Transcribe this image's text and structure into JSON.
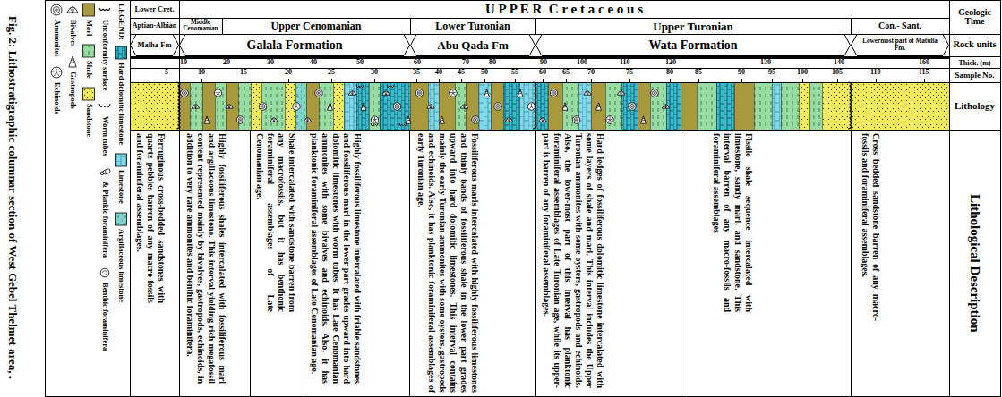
{
  "diagram": {
    "caption": "Fig. 2: Lithostratigraphic columnar section of West Gebel Thelmet area, .",
    "nodes": [
      {
        "text": [
          "Lower Cret."
        ]
      },
      {
        "text": [
          "U P P E R  C r e t a c e o u s"
        ]
      },
      {
        "text": [
          "Geologic Time"
        ]
      },
      {
        "text": [
          "Aptian-Albian"
        ]
      },
      {
        "text": [
          "Middle Cenomanian"
        ]
      },
      {
        "text": [
          "Upper Cenomanian"
        ]
      },
      {
        "text": [
          "Lower Turonian"
        ]
      },
      {
        "text": [
          "Upper Turonian"
        ]
      },
      {
        "text": [
          "Con.- Sant."
        ]
      },
      {
        "text": [
          "Malha Fm"
        ]
      },
      {
        "text": [
          "Galala Formation"
        ]
      },
      {
        "text": [
          "Abu Qada Fm"
        ]
      },
      {
        "text": [
          "Wata Formation"
        ]
      },
      {
        "text": [
          "Lowermost part of Matulla Fm."
        ]
      },
      {
        "text": [
          "Rock units"
        ]
      },
      {
        "text": [
          "Thick. (m)"
        ]
      },
      {
        "text": [
          "Sample No."
        ]
      },
      {
        "text": [
          "Lithology"
        ]
      },
      {
        "text": [
          "Ferruginous cross-bedded sandstones with quartz pebbles barren of any macro-fossils and foraminiferal assemblages."
        ]
      },
      {
        "text": [
          "Highly fossiliferous shales intercalated with fossiliferous marl and argillaceous limestone. This interval yielding rich megafossil content represented mainly by bivalves, gastropods, echinoids, in addition to very rare ammonites and benthic foraminifera."
        ]
      },
      {
        "text": [
          "Shale intercalated with sandstone barren from any macrofossils, but it has benthonic foraminiferal assemblages of Late Cenomanian age."
        ]
      },
      {
        "text": [
          "Highly fossiliferous limestone intercalated with friable sandstones and fossiliferous marl in the lower part grades upward into hard dolomitic limestones with worm tubes. It has Late Cenomanian ammonites with some bivalves and echinoids. Also, it has planktonic foraminiferal assemblages of Late Cenomanian age."
        ]
      },
      {
        "text": [
          "Fossiliferous marls intercalated with highly fossiliferous limestones and thinly bands of fossiliferous shale in the lower part grades upward into hard dolomitic limestones. This interval contains mainly the early Turonian ammonites with some oysters, gastropods and echinoids. Also, it has planktonic foraminiferal assemblages of early Turonian age."
        ]
      },
      {
        "text": [
          "Hard ledges of fossiliferous dolomitic limestone intercalated with some layers of shale and marl. This interval includes the Upper Turonian ammonites with some oysters, gastropods and echinoids. Also, the lower-most part of this interval has planktonic foraminiferal assemblages of Late Turonian age, while its upper-part is barren of any foraminiferal assemblages."
        ]
      },
      {
        "text": [
          "Fissile shale sequence intercalated with limestone, sandy marl, and sandstone. This interval barren of any macro-fossils and foraminiferal assemblages"
        ]
      },
      {
        "text": [
          "Cross bedded sandstone barren of any macro-fossils and foraminiferal assemblages."
        ]
      },
      {
        "text": [
          "Lithological Description"
        ]
      }
    ],
    "labels": [
      "LEGEND:",
      "10",
      "20",
      "30",
      "40",
      "50",
      "60",
      "70",
      "80",
      "90",
      "100",
      "110",
      "120",
      "130",
      "140",
      "160",
      "5",
      "10",
      "15",
      "20",
      "25",
      "30",
      "35",
      "40",
      "45",
      "50",
      "55",
      "60",
      "65",
      "70",
      "75",
      "80",
      "85",
      "90",
      "95",
      "100",
      "105",
      "110",
      "115"
    ],
    "legend": [
      {
        "text": "Hard dolomitic limestone",
        "color": "#38bccd"
      },
      {
        "text": "Limestone",
        "color": "#80d8e8"
      },
      {
        "text": "Ammonites"
      },
      {
        "text": "Gastropods"
      },
      {
        "text": "Argillaceous limestone",
        "color": "#7fd6c8"
      },
      {
        "text": "Echinoids"
      },
      {
        "text": "Bivalves"
      },
      {
        "text": "Shale",
        "color": "#98dca4"
      },
      {
        "text": "Marl",
        "color": "#a8993e"
      },
      {
        "text": "Sandstone",
        "color": "#f3ed5e"
      },
      {
        "text": "Worm tubes"
      },
      {
        "text": "Unconformity surface"
      },
      {
        "text": "& Plankic foraminifera"
      },
      {
        "text": "Benthic foraminifera"
      }
    ]
  }
}
